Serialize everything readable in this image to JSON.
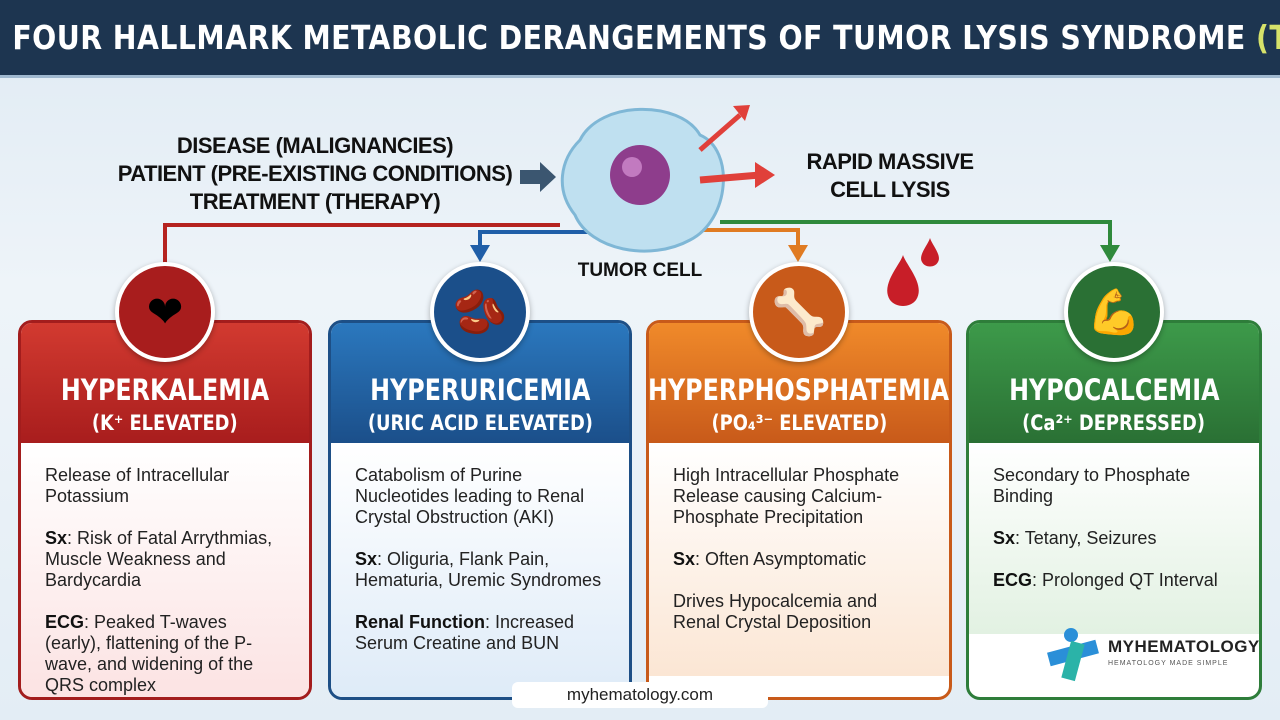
{
  "title": {
    "main": "THE FOUR HALLMARK METABOLIC DERANGEMENTS OF TUMOR LYSIS SYNDROME",
    "abbr": "(TLS)"
  },
  "causes": [
    "DISEASE (MALIGNANCIES)",
    "PATIENT (PRE-EXISTING CONDITIONS)",
    "TREATMENT (THERAPY)"
  ],
  "lysis": {
    "line1": "RAPID MASSIVE",
    "line2": "CELL LYSIS"
  },
  "tumor_label": "TUMOR CELL",
  "colors": {
    "red": "#a81d1d",
    "blue": "#1b4f8a",
    "orange": "#c85a1a",
    "green": "#2a7034",
    "title_bg": "#1d3550"
  },
  "cards": [
    {
      "title": "HYPERKALEMIA",
      "subtitle": "(K⁺ ELEVATED)",
      "icon": "heart-icon",
      "items": [
        {
          "label": "",
          "text": "Release of Intracellular Potassium"
        },
        {
          "label": "Sx",
          "text": ": Risk of Fatal Arrythmias, Muscle Weakness and Bardycardia"
        },
        {
          "label": "ECG",
          "text": ": Peaked T-waves (early), flattening of the P-wave, and widening of the QRS complex"
        }
      ]
    },
    {
      "title": "HYPERURICEMIA",
      "subtitle": "(URIC ACID ELEVATED)",
      "icon": "kidney-icon",
      "items": [
        {
          "label": "",
          "text": "Catabolism of Purine Nucleotides leading to Renal Crystal Obstruction (AKI)"
        },
        {
          "label": "Sx",
          "text": ": Oliguria, Flank Pain, Hematuria, Uremic Syndromes"
        },
        {
          "label": "Renal Function",
          "text": ": Increased Serum Creatine and BUN"
        }
      ]
    },
    {
      "title": "HYPERPHOSPHATEMIA",
      "subtitle": "(PO₄³⁻ ELEVATED)",
      "icon": "joint-icon",
      "items": [
        {
          "label": "",
          "text": "High Intracellular Phosphate Release causing Calcium-Phosphate Precipitation"
        },
        {
          "label": "Sx",
          "text": ": Often Asymptomatic"
        },
        {
          "label": "",
          "text": "Drives Hypocalcemia and Renal Crystal Deposition"
        }
      ]
    },
    {
      "title": "HYPOCALCEMIA",
      "subtitle": "(Ca²⁺ DEPRESSED)",
      "icon": "muscle-icon",
      "items": [
        {
          "label": "",
          "text": "Secondary to Phosphate Binding"
        },
        {
          "label": "Sx",
          "text": ": Tetany, Seizures"
        },
        {
          "label": "ECG",
          "text": ": Prolonged QT Interval"
        }
      ]
    }
  ],
  "logo": {
    "name": "MYHEMATOLOGY",
    "tagline": "HEMATOLOGY MADE SIMPLE"
  },
  "footer": "myhematology.com"
}
